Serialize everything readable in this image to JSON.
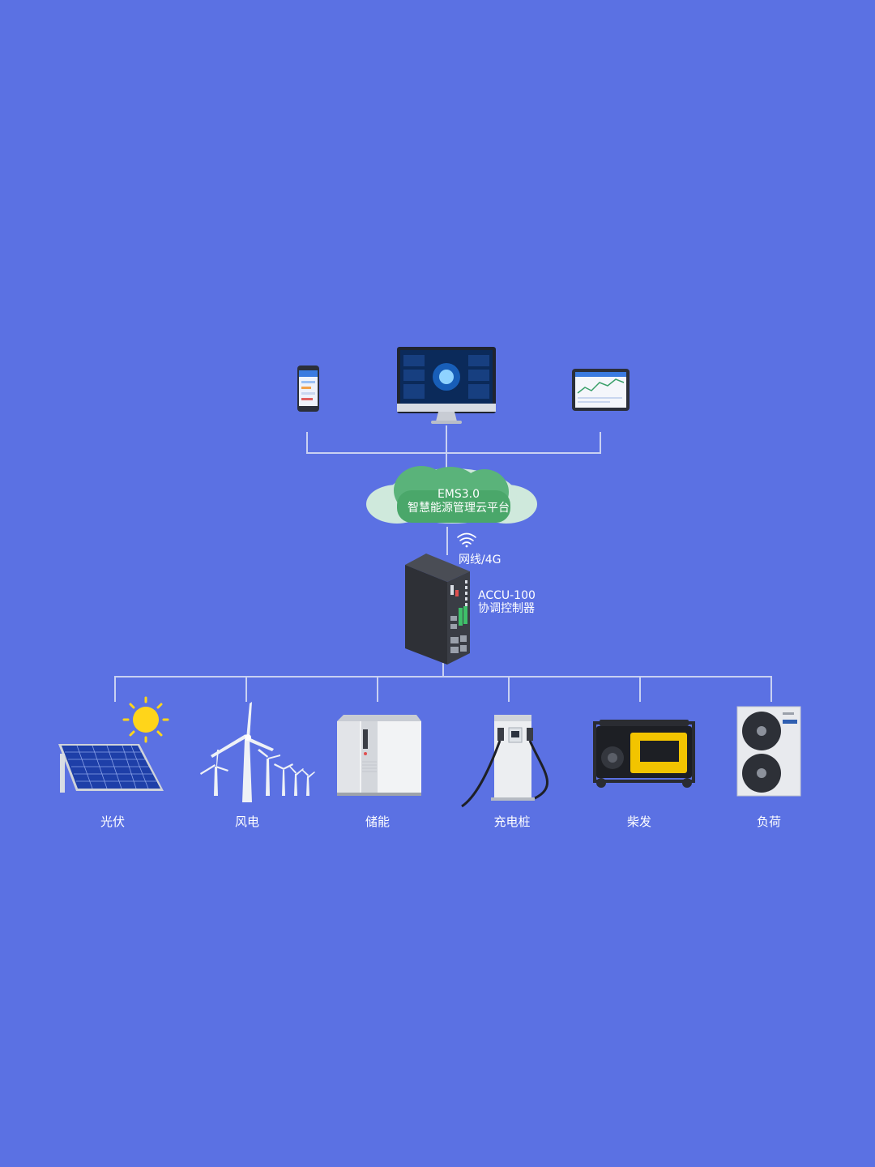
{
  "cloud": {
    "line1": "EMS3.0",
    "line2": "智慧能源管理云平台"
  },
  "network": {
    "label": "网线/4G"
  },
  "controller": {
    "model": "ACCU-100",
    "name": "协调控制器"
  },
  "devices": [
    {
      "label": "光伏",
      "icon": "solar-panel-icon"
    },
    {
      "label": "风电",
      "icon": "wind-turbine-icon"
    },
    {
      "label": "储能",
      "icon": "energy-storage-cabinet-icon"
    },
    {
      "label": "充电桩",
      "icon": "charging-pile-icon"
    },
    {
      "label": "柴发",
      "icon": "diesel-generator-icon"
    },
    {
      "label": "负荷",
      "icon": "hvac-load-icon"
    }
  ],
  "terminals": [
    {
      "icon": "smartphone-icon"
    },
    {
      "icon": "desktop-monitor-icon"
    },
    {
      "icon": "tablet-icon"
    }
  ],
  "colors": {
    "background": "#5b71e3",
    "line": "#c9d1f2",
    "cloud_light": "#cfe9dc",
    "cloud_dark": "#4aa76a"
  }
}
